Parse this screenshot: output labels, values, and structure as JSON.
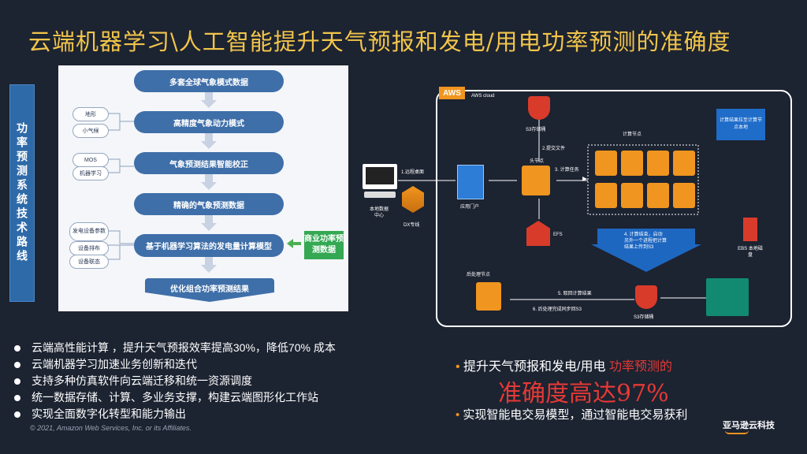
{
  "title": "云端机器学习\\人工智能提升天气预报和发电/用电功率预测的准确度",
  "side_label": "功率预测系统技术路线",
  "flow": {
    "steps": [
      "多套全球气象模式数据",
      "高精度气象动力模式",
      "气象预测结果智能校正",
      "精确的气象预测数据",
      "基于机器学习算法的发电量计算模型",
      "优化组合功率预测结果"
    ],
    "inputs": [
      "地形",
      "小气候",
      "MOS",
      "机器学习",
      "发电设备参数",
      "设备排布",
      "设备联态"
    ],
    "business_data": "商业功率预测数据"
  },
  "aws": {
    "badge": "AWS",
    "cloud_label": "AWS cloud",
    "local_dc": "本地数据中心",
    "dx": "DX专线",
    "portal": "应用门户",
    "s3_top": "S3存储桶",
    "head_node": "头节点",
    "efs": "EFS",
    "compute_nodes": "计算节点",
    "compute_note": "计算结果拉至计算节点本地",
    "ebs": "EBS 本地磁盘",
    "post_nodes": "后处理节点",
    "s3_bottom": "S3存储桶",
    "steps": [
      "1.远程桌面",
      "2.提交文件",
      "3. 计算任务",
      "4. 计算结束，启动另外一个进程把计算结果上传到S3",
      "5. 取回计算结果",
      "6. 后处理完成同步回S3"
    ]
  },
  "bullets": [
    "云端高性能计算 ，提升天气预报效率提高30%，降低70% 成本",
    "云端机器学习加速业务创新和迭代",
    "支持多种仿真软件向云端迁移和统一资源调度",
    "统一数据存储、计算、多业务支撑，构建云端图形化工作站",
    "实现全面数字化转型和能力输出"
  ],
  "right": {
    "line1": "提升天气预报和发电/用电",
    "line1_red": "功率预测的",
    "big": "准确度高达97%",
    "line3": "实现智能电交易模型，通过智能电交易获利"
  },
  "copyright": "© 2021, Amazon Web Services, Inc. or its Affiliates.",
  "brand": "亚马逊云科技"
}
